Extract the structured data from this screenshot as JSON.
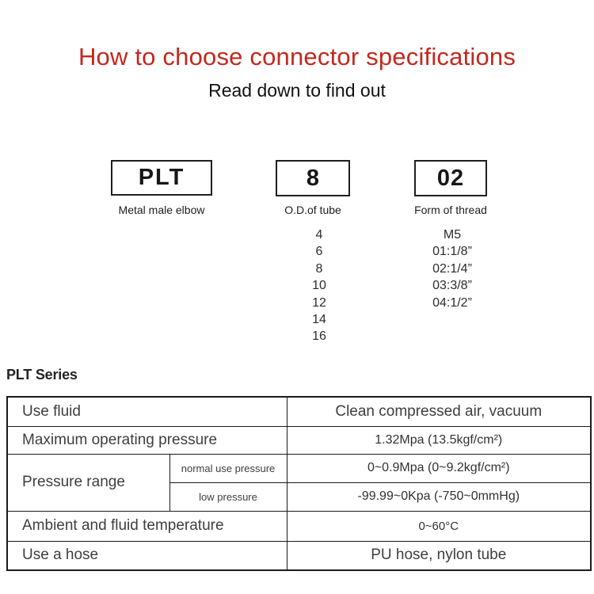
{
  "page": {
    "title": "How to choose connector specifications",
    "subtitle": "Read down to find out",
    "title_color": "#c3281e",
    "row_highlight_color": "#f4eee1",
    "border_color": "#1a1a1a"
  },
  "selector": {
    "segments": [
      {
        "code": "PLT",
        "label": "Metal male elbow"
      },
      {
        "code": "8",
        "label": "O.D.of tube"
      },
      {
        "code": "02",
        "label": "Form of thread"
      }
    ],
    "tube_sizes": [
      "4",
      "6",
      "8",
      "10",
      "12",
      "14",
      "16"
    ],
    "thread_forms": [
      "M5",
      "01:1/8”",
      "02:1/4”",
      "03:3/8”",
      "04:1/2”"
    ]
  },
  "series": {
    "heading": "PLT Series",
    "table": {
      "use_fluid": {
        "label": "Use fluid",
        "value": "Clean compressed air, vacuum"
      },
      "max_pressure": {
        "label": "Maximum operating pressure",
        "value": "1.32Mpa (13.5kgf/cm²)"
      },
      "pressure_range": {
        "label": "Pressure range",
        "normal": {
          "label": "normal use pressure",
          "value": "0~0.9Mpa (0~9.2kgf/cm²)"
        },
        "low": {
          "label": "low pressure",
          "value": "-99.99~0Kpa (-750~0mmHg)"
        }
      },
      "ambient": {
        "label": "Ambient and fluid temperature",
        "value": "0~60°C"
      },
      "hose": {
        "label": "Use a hose",
        "value": "PU hose, nylon tube"
      }
    }
  }
}
